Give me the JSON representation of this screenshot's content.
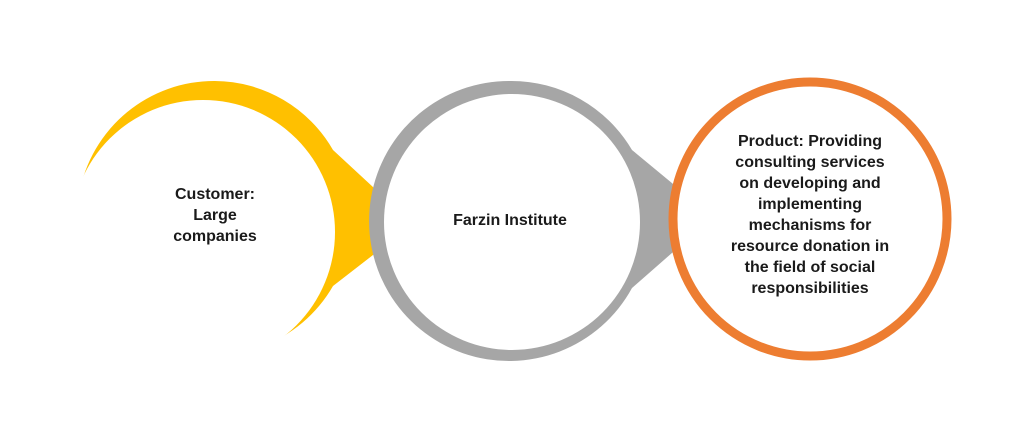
{
  "diagram": {
    "nodes": [
      {
        "id": "customer",
        "lines": [
          "Customer:",
          "Large",
          "companies"
        ],
        "color": "#FFC000"
      },
      {
        "id": "institute",
        "lines": [
          "Farzin Institute"
        ],
        "color": "#A6A6A6"
      },
      {
        "id": "product",
        "lines": [
          "Product: Providing",
          "consulting services",
          "on developing and",
          "implementing",
          "mechanisms for",
          "resource donation in",
          "the field of social",
          "responsibilities"
        ],
        "color": "#ED7D31"
      }
    ]
  }
}
